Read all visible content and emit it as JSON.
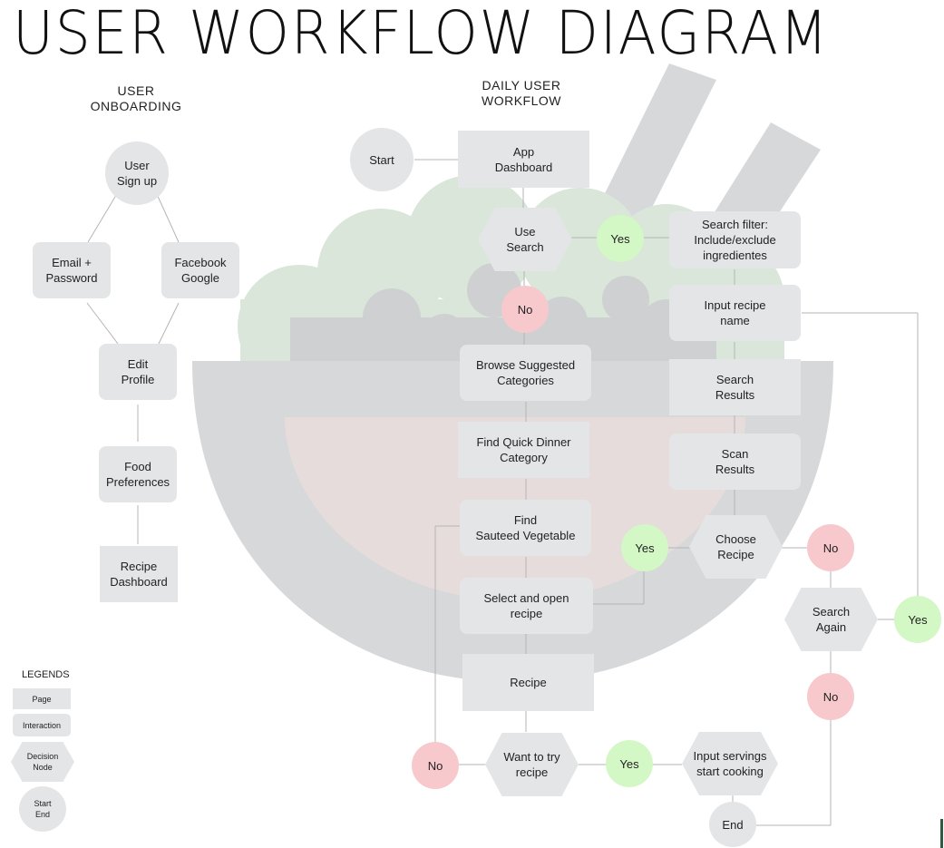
{
  "title": "USER WORKFLOW DIAGRAM",
  "sections": {
    "onboarding": "USER\nONBOARDING",
    "daily": "DAILY USER\nWORKFLOW"
  },
  "colors": {
    "node": "#e4e5e7",
    "yes": "#d4f7c6",
    "no": "#f7c9cd",
    "bowl": "#d7d8da",
    "leaves": "#d9e6d9",
    "soup": "#e6dcdb",
    "line": "#b5b5b5",
    "accent": "#2f5a40"
  },
  "nodes": {
    "user_signup": "User\nSign up",
    "email_password": "Email +\nPassword",
    "facebook_google": "Facebook\nGoogle",
    "edit_profile": "Edit\nProfile",
    "food_prefs": "Food\nPreferences",
    "recipe_dashboard": "Recipe\nDashboard",
    "start": "Start",
    "app_dashboard": "App\nDashboard",
    "use_search": "Use\nSearch",
    "yes_search": "Yes",
    "search_filter": "Search filter:\nInclude/exclude\ningredientes",
    "no_search": "No",
    "input_recipe_name": "Input recipe\nname",
    "browse_categories": "Browse Suggested\nCategories",
    "search_results": "Search\nResults",
    "quick_dinner": "Find Quick Dinner\nCategory",
    "scan_results": "Scan\nResults",
    "find_sauteed": "Find\nSauteed Vegetable",
    "yes_choose": "Yes",
    "choose_recipe": "Choose\nRecipe",
    "no_choose": "No",
    "select_open": "Select and open\nrecipe",
    "search_again": "Search\nAgain",
    "yes_again": "Yes",
    "no_again": "No",
    "recipe": "Recipe",
    "no_try": "No",
    "want_to_try": "Want to try\nrecipe",
    "yes_try": "Yes",
    "input_servings": "Input servings\nstart cooking",
    "end": "End"
  },
  "legend": {
    "title": "LEGENDS",
    "page": "Page",
    "interaction": "Interaction",
    "decision": "Decision\nNode",
    "startend": "Start\nEnd"
  }
}
